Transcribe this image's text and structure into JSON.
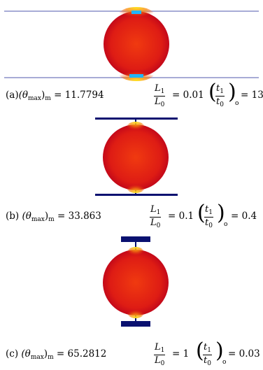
{
  "panels": [
    {
      "label": "(a)",
      "theta_text": "(θ",
      "theta_sub": "max",
      "theta_close": ")",
      "theta_m": "m",
      "theta_value": "= 11.7794",
      "L_num": "L",
      "L_num_sub": "1",
      "L_den": "L",
      "L_den_sub": "0",
      "L_value": "= 0.01",
      "t_num": "t",
      "t_num_sub": "1",
      "t_den": "t",
      "t_den_sub": "0",
      "t_o": "o",
      "t_value": "= 13"
    },
    {
      "label": "(b)",
      "theta_text": "(θ",
      "theta_sub": "max",
      "theta_close": ")",
      "theta_m": "m",
      "theta_value": "= 33.863",
      "L_num": "L",
      "L_num_sub": "1",
      "L_den": "L",
      "L_den_sub": "0",
      "L_value": "= 0.1",
      "t_num": "t",
      "t_num_sub": "1",
      "t_den": "t",
      "t_den_sub": "0",
      "t_o": "o",
      "t_value": "= 0.4"
    },
    {
      "label": "(c)",
      "theta_text": "(θ",
      "theta_sub": "max",
      "theta_close": ")",
      "theta_m": "m",
      "theta_value": "= 65.2812",
      "L_num": "L",
      "L_num_sub": "1",
      "L_den": "L",
      "L_den_sub": "0",
      "L_value": "= 1",
      "t_num": "t",
      "t_num_sub": "1",
      "t_den": "t",
      "t_den_sub": "0",
      "t_o": "o",
      "t_value": "= 0.03"
    }
  ],
  "colors": {
    "sphere_outer": "#c8001a",
    "sphere_mid": "#e82a12",
    "sphere_hot": "#f5e21a",
    "sphere_cold": "#1fb6ff",
    "rod_line": "#8a8fc8",
    "rod_dark": "#0a1170"
  }
}
